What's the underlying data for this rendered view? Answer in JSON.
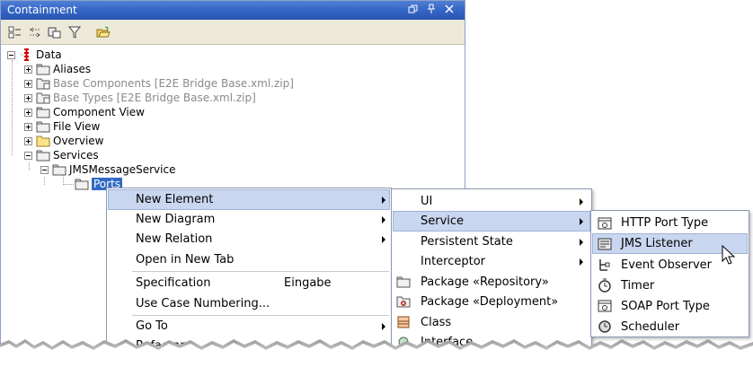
{
  "panel": {
    "title": "Containment",
    "title_buttons": [
      "restore-icon",
      "pin-icon",
      "close-icon"
    ],
    "toolbar_icons": [
      "collapse-all-icon",
      "expand-icon",
      "show-element-icon",
      "filter-icon",
      "open-folder-icon"
    ]
  },
  "tree": {
    "root": "Data",
    "nodes": [
      {
        "label": "Aliases",
        "muted": false
      },
      {
        "label": "Base Components [E2E Bridge Base.xml.zip]",
        "muted": true
      },
      {
        "label": "Base Types [E2E Bridge Base.xml.zip]",
        "muted": true
      },
      {
        "label": "Component View",
        "muted": false
      },
      {
        "label": "File View",
        "muted": false
      },
      {
        "label": "Overview",
        "muted": false
      },
      {
        "label": "Services",
        "muted": false
      }
    ],
    "child": "JMSMessageService",
    "grandchild": "Ports"
  },
  "menu1": {
    "items": [
      {
        "label": "New Element",
        "submenu": true,
        "highlighted": true
      },
      {
        "label": "New Diagram",
        "submenu": true
      },
      {
        "label": "New Relation",
        "submenu": true
      },
      {
        "label": "Open in New Tab",
        "submenu": false
      },
      {
        "label": "Specification",
        "shortcut": "Eingabe"
      },
      {
        "label": "Use Case Numbering..."
      },
      {
        "label": "Go To",
        "submenu": true
      },
      {
        "label": "Refactor",
        "submenu": true
      }
    ]
  },
  "menu2": {
    "items": [
      {
        "label": "UI",
        "submenu": true
      },
      {
        "label": "Service",
        "submenu": true,
        "highlighted": true
      },
      {
        "label": "Persistent State",
        "submenu": true
      },
      {
        "label": "Interceptor",
        "submenu": true
      },
      {
        "label": "Package «Repository»",
        "icon": "package-icon"
      },
      {
        "label": "Package «Deployment»",
        "icon": "deployment-package-icon"
      },
      {
        "label": "Class",
        "icon": "class-icon"
      },
      {
        "label": "Interface",
        "icon": "interface-icon"
      }
    ]
  },
  "menu3": {
    "items": [
      {
        "label": "HTTP Port Type",
        "icon": "http-port-icon"
      },
      {
        "label": "JMS Listener",
        "icon": "jms-listener-icon",
        "highlighted": true
      },
      {
        "label": "Event Observer",
        "icon": "event-observer-icon"
      },
      {
        "label": "Timer",
        "icon": "timer-icon"
      },
      {
        "label": "SOAP Port Type",
        "icon": "soap-port-icon"
      },
      {
        "label": "Scheduler",
        "icon": "scheduler-icon"
      }
    ]
  },
  "colors": {
    "titlebar": "#3565c6",
    "selection": "#316ac5",
    "menu_highlight": "#c9d6ef",
    "muted_text": "#8a8a8a"
  }
}
